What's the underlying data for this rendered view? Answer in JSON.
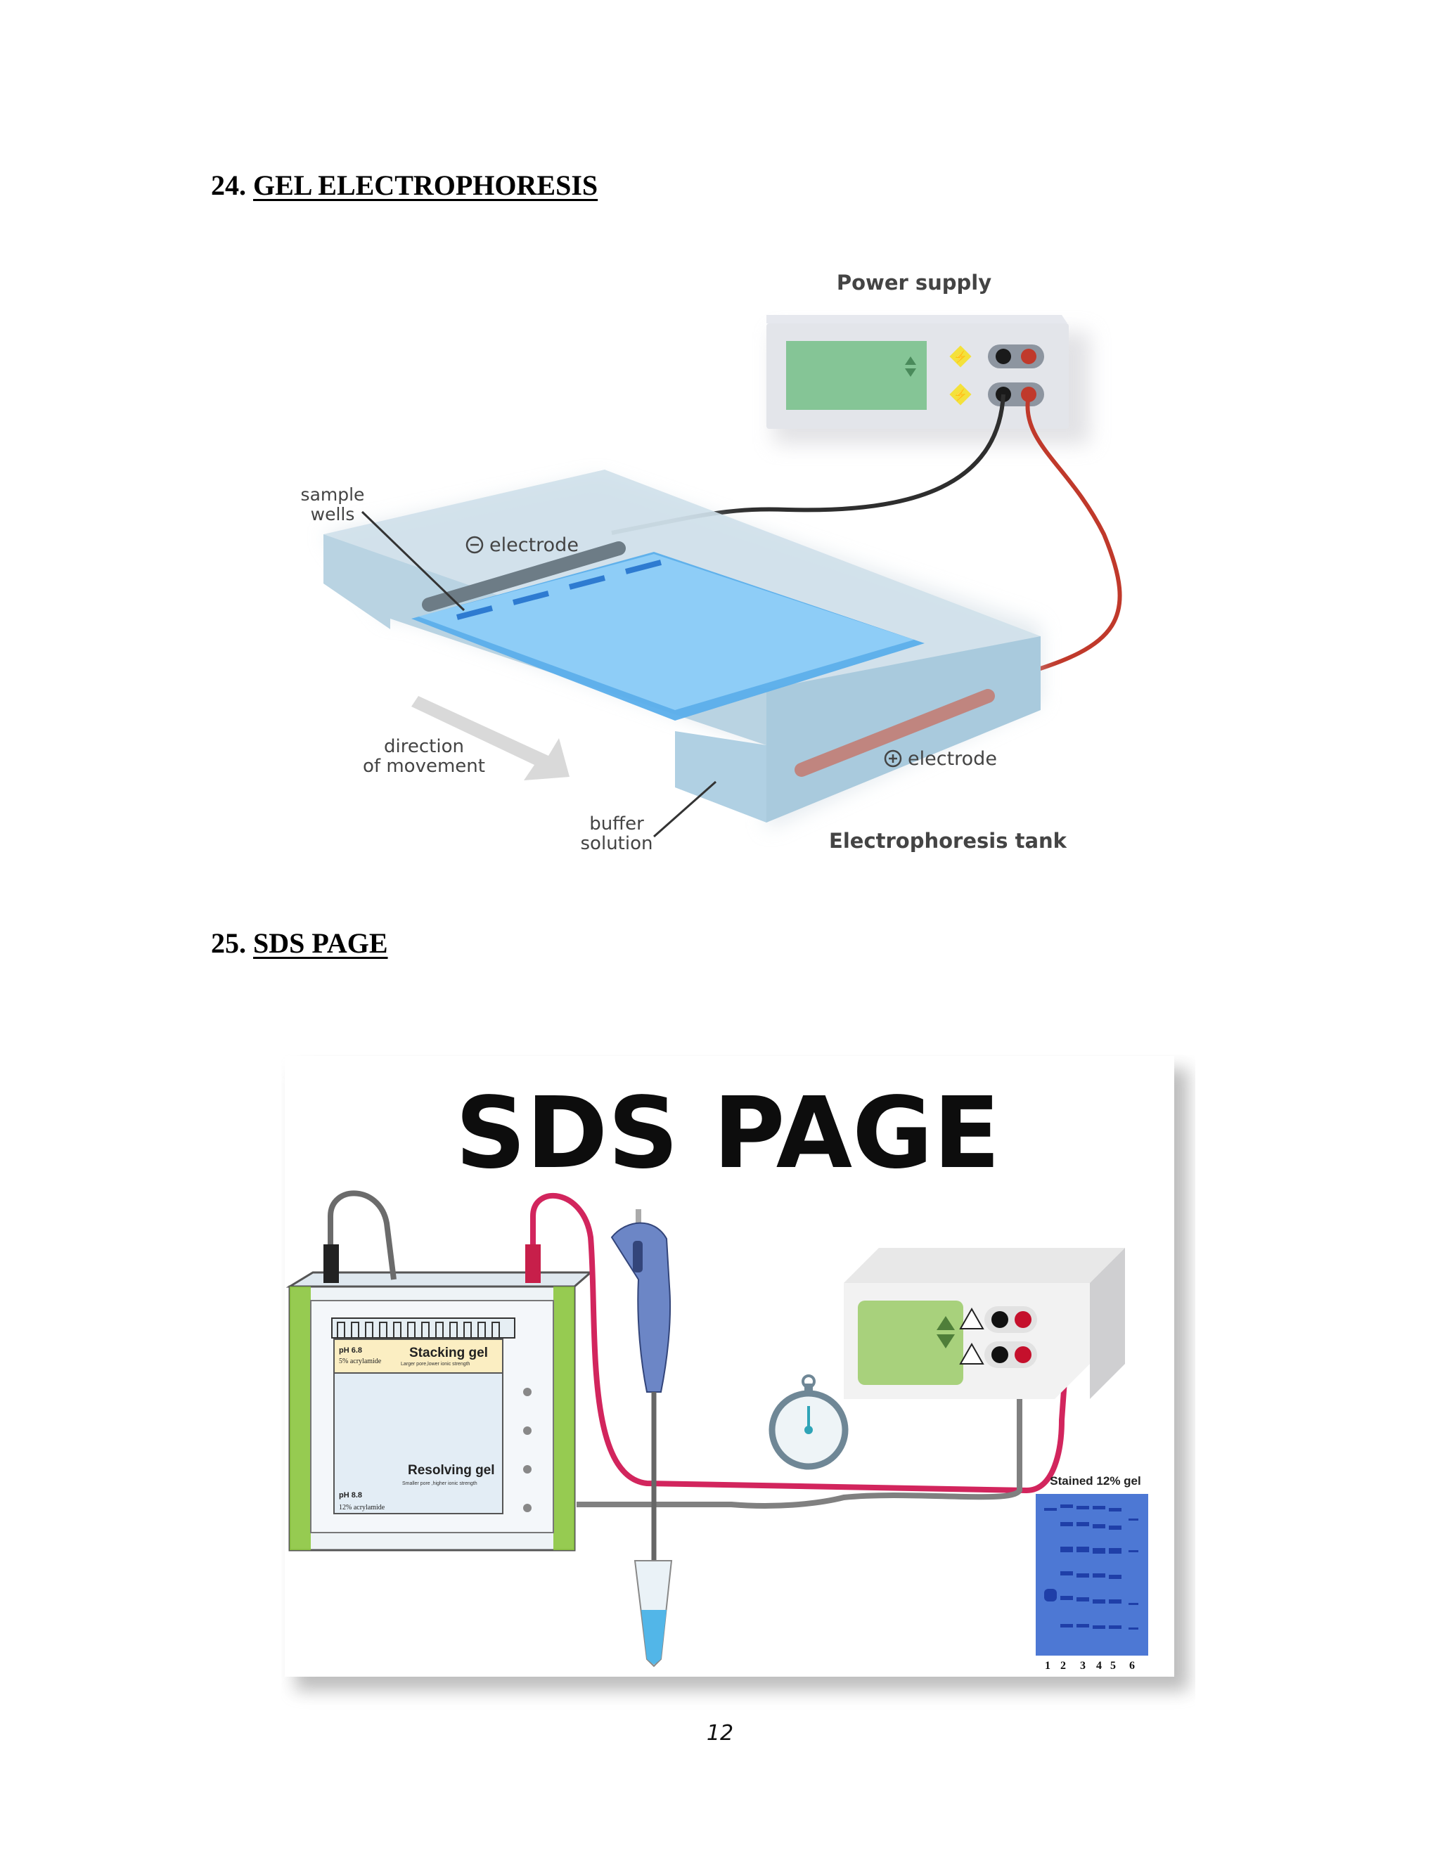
{
  "sections": [
    {
      "number": "24.",
      "title": "GEL ELECTROPHORESIS"
    },
    {
      "number": "25.",
      "title": "SDS PAGE"
    }
  ],
  "gel_diagram": {
    "power_supply": "Power supply",
    "sample_wells": [
      "sample",
      "wells"
    ],
    "negative_electrode": "electrode",
    "positive_electrode": "electrode",
    "direction": [
      "direction",
      "of movement"
    ],
    "buffer": [
      "buffer",
      "solution"
    ],
    "tank": "Electrophoresis tank"
  },
  "sds_figure": {
    "title": "SDS PAGE",
    "stacking_ph": "pH 6.8",
    "stacking_acrylamide": "5% acrylamide",
    "stacking_label": "Stacking gel",
    "stacking_note": "Larger pore,lower ionic strength",
    "resolving_label": "Resolving gel",
    "resolving_note": "Smaller pore ,higher ionic strength",
    "resolving_ph": "pH 8.8",
    "resolving_acrylamide": "12% acrylamide",
    "stained_gel_label": "Stained 12% gel",
    "lanes": [
      "1",
      "2",
      "3",
      "4",
      "5",
      "6"
    ]
  },
  "page_number": "12"
}
